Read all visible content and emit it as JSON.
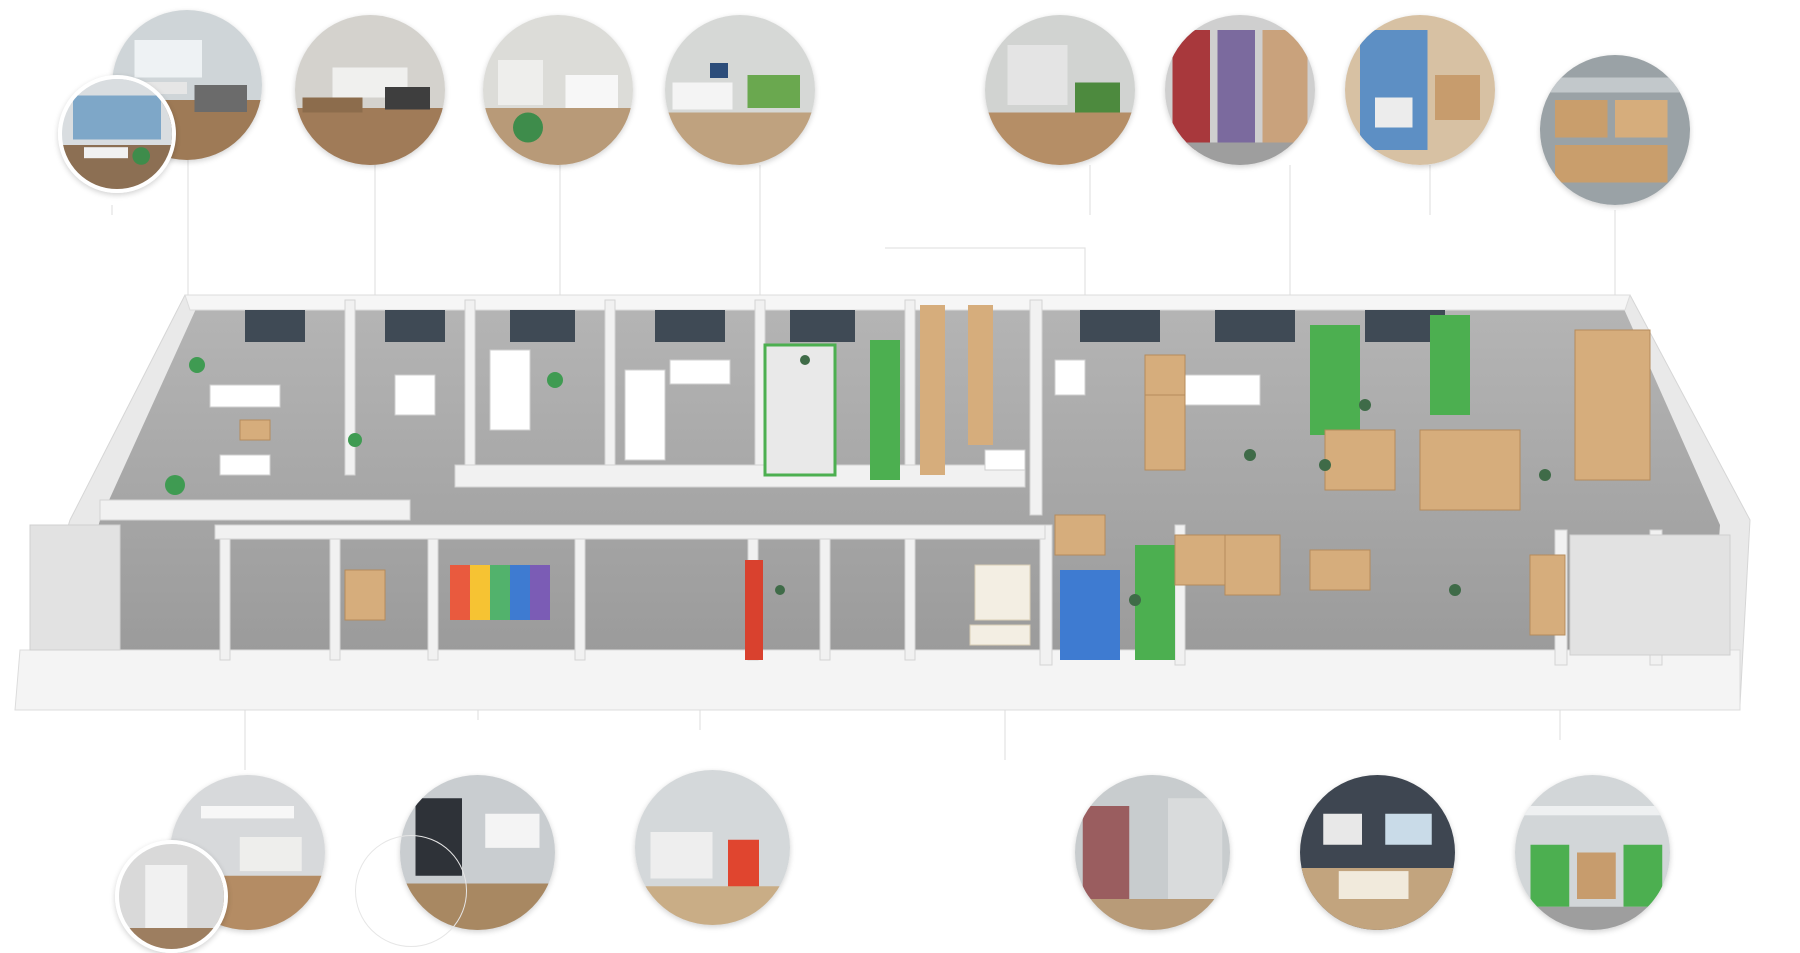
{
  "colors": {
    "wall": "#f2f2f2",
    "wall_shade": "#d9d9d9",
    "floor": "#a3a3a3",
    "floor_light": "#b9b9b9",
    "box": "#d6ad7c",
    "shelf_green": "#4caf50",
    "leader": "#e3e3e3",
    "window": "#3f4a55"
  },
  "photos": {
    "top": [
      {
        "id": "p01",
        "icon": "office-photo"
      },
      {
        "id": "p01b",
        "icon": "office-window-photo"
      },
      {
        "id": "p02",
        "icon": "meeting-room-photo"
      },
      {
        "id": "p03",
        "icon": "office-desk-photo"
      },
      {
        "id": "p04",
        "icon": "workshop-photo"
      },
      {
        "id": "p05",
        "icon": "packing-area-photo"
      },
      {
        "id": "p06",
        "icon": "shelving-photo"
      },
      {
        "id": "p07",
        "icon": "blue-rack-photo"
      },
      {
        "id": "p08",
        "icon": "warehouse-boxes-photo"
      }
    ],
    "bottom": [
      {
        "id": "p09",
        "icon": "reception-photo"
      },
      {
        "id": "p09b",
        "icon": "entrance-door-photo"
      },
      {
        "id": "p10",
        "icon": "training-room-photo"
      },
      {
        "id": "p11",
        "icon": "lab-photo"
      },
      {
        "id": "p12",
        "icon": "corridor-storage-photo"
      },
      {
        "id": "p13",
        "icon": "lounge-photo"
      },
      {
        "id": "p14",
        "icon": "warehouse-hall-photo"
      }
    ]
  }
}
